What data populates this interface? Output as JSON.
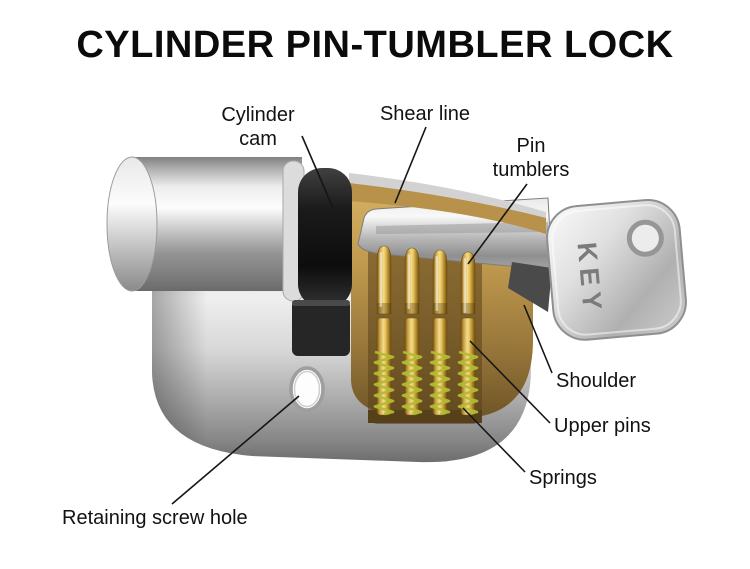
{
  "title": "CYLINDER PIN-TUMBLER LOCK",
  "key_label": "KEY",
  "labels": {
    "cylinder_cam": "Cylinder\ncam",
    "shear_line": "Shear line",
    "pin_tumblers": "Pin\ntumblers",
    "shoulder": "Shoulder",
    "upper_pins": "Upper pins",
    "springs": "Springs",
    "retaining_screw_hole": "Retaining screw hole"
  },
  "colors": {
    "background": "#ffffff",
    "text": "#121212",
    "leader_line": "#161616",
    "metal_light": "#f2f2f2",
    "metal_dark": "#7a7a7a",
    "brass": "#b08a42",
    "pin_gold": "#e8c863",
    "spring_green": "#b3ba31",
    "cam_black": "#1c1c1c"
  }
}
